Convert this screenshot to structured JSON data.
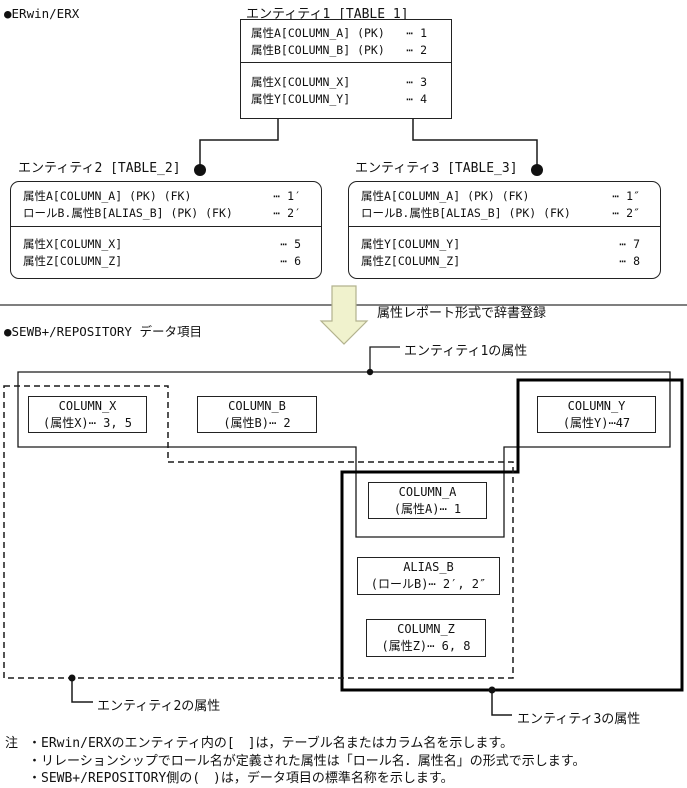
{
  "erwin": {
    "section_label": "●ERwin/ERX",
    "entities": [
      {
        "title": "エンティティ1 [TABLE_1]",
        "key_rows": [
          {
            "name": "属性A[COLUMN_A] (PK)",
            "ref": "⋯ 1"
          },
          {
            "name": "属性B[COLUMN_B] (PK)",
            "ref": "⋯ 2"
          }
        ],
        "attr_rows": [
          {
            "name": "属性X[COLUMN_X]",
            "ref": "⋯ 3"
          },
          {
            "name": "属性Y[COLUMN_Y]",
            "ref": "⋯ 4"
          }
        ]
      },
      {
        "title": "エンティティ2 [TABLE_2]",
        "key_rows": [
          {
            "name": "属性A[COLUMN_A] (PK) (FK)",
            "ref": "⋯ 1′"
          },
          {
            "name": "ロールB.属性B[ALIAS_B] (PK) (FK)",
            "ref": "⋯ 2′"
          }
        ],
        "attr_rows": [
          {
            "name": "属性X[COLUMN_X]",
            "ref": "⋯ 5"
          },
          {
            "name": "属性Z[COLUMN_Z]",
            "ref": "⋯ 6"
          }
        ]
      },
      {
        "title": "エンティティ3 [TABLE_3]",
        "key_rows": [
          {
            "name": "属性A[COLUMN_A] (PK) (FK)",
            "ref": "⋯ 1″"
          },
          {
            "name": "ロールB.属性B[ALIAS_B] (PK) (FK)",
            "ref": "⋯ 2″"
          }
        ],
        "attr_rows": [
          {
            "name": "属性Y[COLUMN_Y]",
            "ref": "⋯ 7"
          },
          {
            "name": "属性Z[COLUMN_Z]",
            "ref": "⋯ 8"
          }
        ]
      }
    ]
  },
  "transform": {
    "arrow_label": "属性レポート形式で辞書登録"
  },
  "sewb": {
    "section_label": "●SEWB+/REPOSITORY データ項目",
    "region_labels": {
      "entity1": "エンティティ1の属性",
      "entity2": "エンティティ2の属性",
      "entity3": "エンティティ3の属性"
    },
    "items": [
      {
        "name": "COLUMN_X",
        "std": "(属性X)⋯ 3, 5"
      },
      {
        "name": "COLUMN_B",
        "std": "(属性B)⋯ 2"
      },
      {
        "name": "COLUMN_Y",
        "std": "(属性Y)⋯47"
      },
      {
        "name": "COLUMN_A",
        "std": "(属性A)⋯ 1"
      },
      {
        "name": "ALIAS_B",
        "std": "(ロールB)⋯ 2′, 2″"
      },
      {
        "name": "COLUMN_Z",
        "std": "(属性Z)⋯ 6, 8"
      }
    ]
  },
  "notes": {
    "label": "注",
    "lines": [
      "・ERwin/ERXのエンティティ内の[　]は，テーブル名またはカラム名を示します。",
      "・リレーションシップでロール名が定義された属性は「ロール名．属性名」の形式で示します。",
      "・SEWB+/REPOSITORY側の(　)は，データ項目の標準名称を示します。"
    ]
  },
  "colors": {
    "arrow_fill": "#f0f2cd",
    "arrow_stroke": "#b2b28e"
  }
}
